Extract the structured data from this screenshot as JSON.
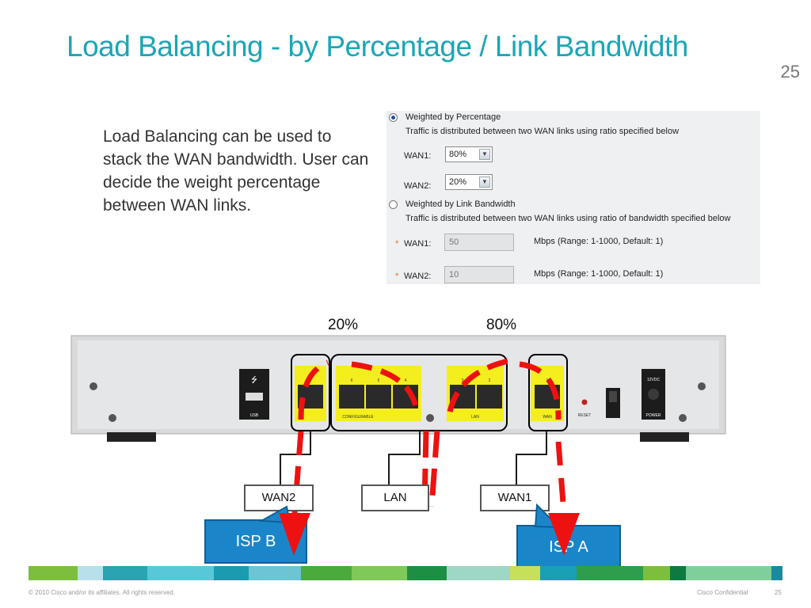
{
  "slide": {
    "title": "Load Balancing - by Percentage / Link Bandwidth",
    "page_number": "25",
    "body": "Load Balancing can be used to stack the WAN bandwidth. User can decide the weight percentage between WAN links."
  },
  "panel": {
    "option1": {
      "label": "Weighted by Percentage",
      "desc": "Traffic is distributed between two WAN links using ratio specified below",
      "selected": true
    },
    "wan1_label": "WAN1:",
    "wan1_value": "80%",
    "wan2_label": "WAN2:",
    "wan2_value": "20%",
    "option2": {
      "label": "Weighted by Link Bandwidth",
      "desc": "Traffic is distributed between two WAN links using ratio of bandwidth specified below",
      "selected": false
    },
    "required_mark": "*",
    "bw_wan1_label": "WAN1:",
    "bw_wan1_value": "50",
    "bw_wan2_label": "WAN2:",
    "bw_wan2_value": "10",
    "range_text": "Mbps (Range: 1-1000, Default: 1)"
  },
  "diagram": {
    "pct_left": "20%",
    "pct_right": "80%",
    "router": {
      "usb_label": "USB",
      "configurable_label": "CONFIGURABLE",
      "lan_label": "LAN",
      "wan_label": "WAN",
      "reset_label": "RESET",
      "power_label": "POWER",
      "dc_label": "12VDC",
      "port_numbers": [
        "7",
        "6",
        "5",
        "4",
        "3",
        "2",
        "1"
      ]
    },
    "boxes": {
      "wan2": "WAN2",
      "lan": "LAN",
      "wan1": "WAN1"
    },
    "isp_b": "ISP B",
    "isp_a": "ISP A",
    "colors": {
      "accent": "#1aa6b7",
      "arrow": "#ee1111",
      "isp": "#1a86c9",
      "port_highlight": "#f4ee1f"
    }
  },
  "footer": {
    "copyright": "© 2010 Cisco and/or its affiliates. All rights reserved.",
    "confidential": "Cisco Confidential",
    "page": "25"
  }
}
